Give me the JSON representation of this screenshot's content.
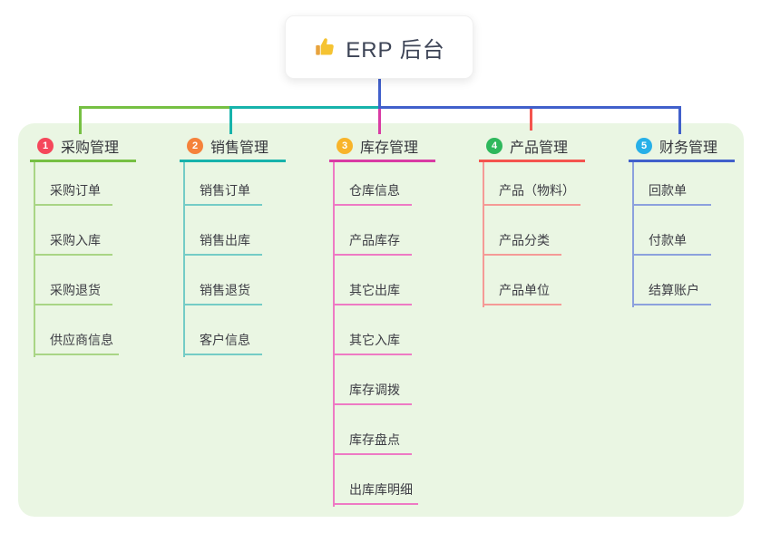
{
  "root": {
    "title": "ERP 后台",
    "icon": "thumbs-up-icon"
  },
  "branches": [
    {
      "number": "1",
      "title": "采购管理",
      "children": [
        "采购订单",
        "采购入库",
        "采购退货",
        "供应商信息"
      ]
    },
    {
      "number": "2",
      "title": "销售管理",
      "children": [
        "销售订单",
        "销售出库",
        "销售退货",
        "客户信息"
      ]
    },
    {
      "number": "3",
      "title": "库存管理",
      "children": [
        "仓库信息",
        "产品库存",
        "其它出库",
        "其它入库",
        "库存调拨",
        "库存盘点",
        "出库库明细"
      ]
    },
    {
      "number": "4",
      "title": "产品管理",
      "children": [
        "产品（物料）",
        "产品分类",
        "产品单位"
      ]
    },
    {
      "number": "5",
      "title": "财务管理",
      "children": [
        "回款单",
        "付款单",
        "结算账户"
      ]
    }
  ],
  "colors": {
    "panel_background": "#eaf6e3",
    "branch_lines": [
      "#76c043",
      "#17b3ab",
      "#d93ba4",
      "#f4544e",
      "#4160cb"
    ],
    "branch_light_lines": [
      "#a9d585",
      "#74ccc6",
      "#ee7ac4",
      "#f59a96",
      "#8ca1dd"
    ],
    "number_badges": [
      "#f5475b",
      "#f5823b",
      "#f8b42a",
      "#2eb85c",
      "#27b0e8"
    ],
    "root_connector": "#4160cb",
    "thumb_icon": "#f5c332"
  }
}
